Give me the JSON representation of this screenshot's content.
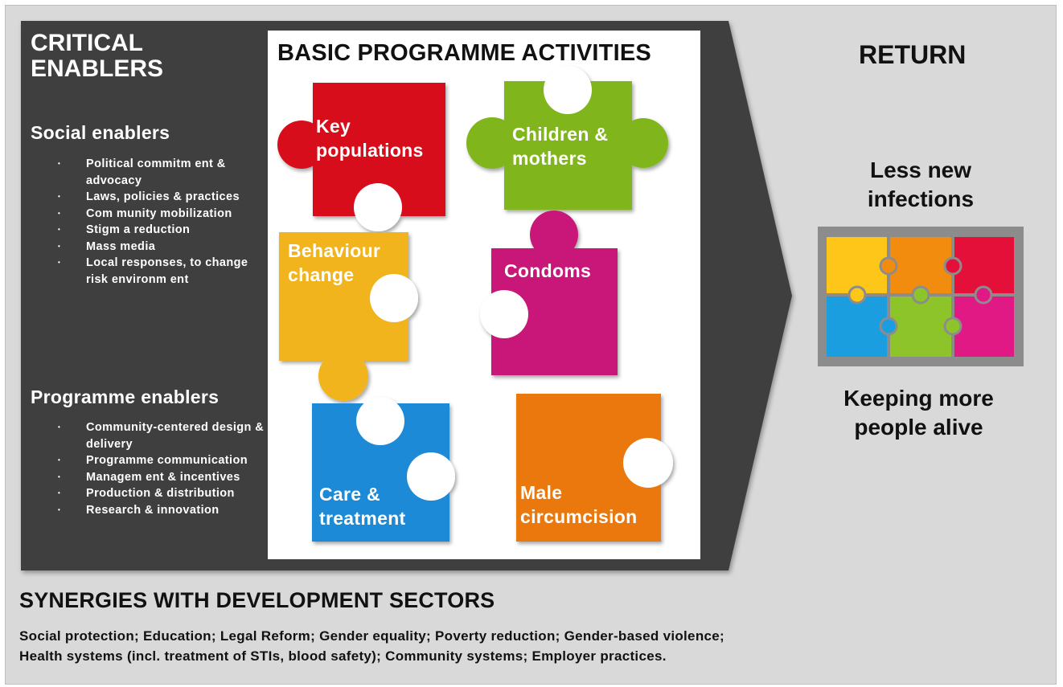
{
  "critical_enablers": {
    "title_line1": "CRITICAL",
    "title_line2": "ENABLERS",
    "social": {
      "heading": "Social enablers",
      "items": [
        "Political commitm ent & advocacy",
        "Laws, policies & practices",
        "Com munity mobilization",
        "Stigm a reduction",
        "Mass media",
        "Local responses, to change risk environm ent"
      ]
    },
    "programme": {
      "heading": "Programme enablers",
      "items": [
        "Community-centered design & delivery",
        "Programme communication",
        "Managem ent & incentives",
        "Production & distribution",
        "Research & innovation"
      ]
    }
  },
  "activities": {
    "title": "BASIC PROGRAMME ACTIVITIES",
    "pieces": [
      {
        "id": "key",
        "line1": "Key",
        "line2": "populations",
        "color": "#d7101c"
      },
      {
        "id": "children",
        "line1": "Children &",
        "line2": "mothers",
        "color": "#80b51c"
      },
      {
        "id": "behaviour",
        "line1": "Behaviour",
        "line2": "change",
        "color": "#f2b41f"
      },
      {
        "id": "condoms",
        "line1": "Condoms",
        "line2": "",
        "color": "#c81779"
      },
      {
        "id": "care",
        "line1": "Care &",
        "line2": "treatment",
        "color": "#1f8ad7"
      },
      {
        "id": "male",
        "line1": "Male",
        "line2": "circumcision",
        "color": "#ea780d"
      }
    ]
  },
  "return": {
    "title": "RETURN",
    "less_line1": "Less new",
    "less_line2": "infections",
    "keeping_line1": "Keeping more",
    "keeping_line2": "people alive"
  },
  "synergies": {
    "title": "SYNERGIES WITH DEVELOPMENT SECTORS",
    "line1": "Social protection; Education; Legal Reform; Gender equality; Poverty reduction; Gender-based violence;",
    "line2": "Health systems (incl. treatment of STIs, blood safety); Community systems; Employer practices."
  },
  "colors": {
    "background": "#d9d9d9",
    "arrow": "#3f3f3f",
    "red": "#d7101c",
    "green": "#80b51c",
    "yellow": "#f2b41f",
    "magenta": "#c81779",
    "blue": "#1f8ad7",
    "orange": "#ea780d",
    "mini_frame": "#8c8c8c"
  }
}
